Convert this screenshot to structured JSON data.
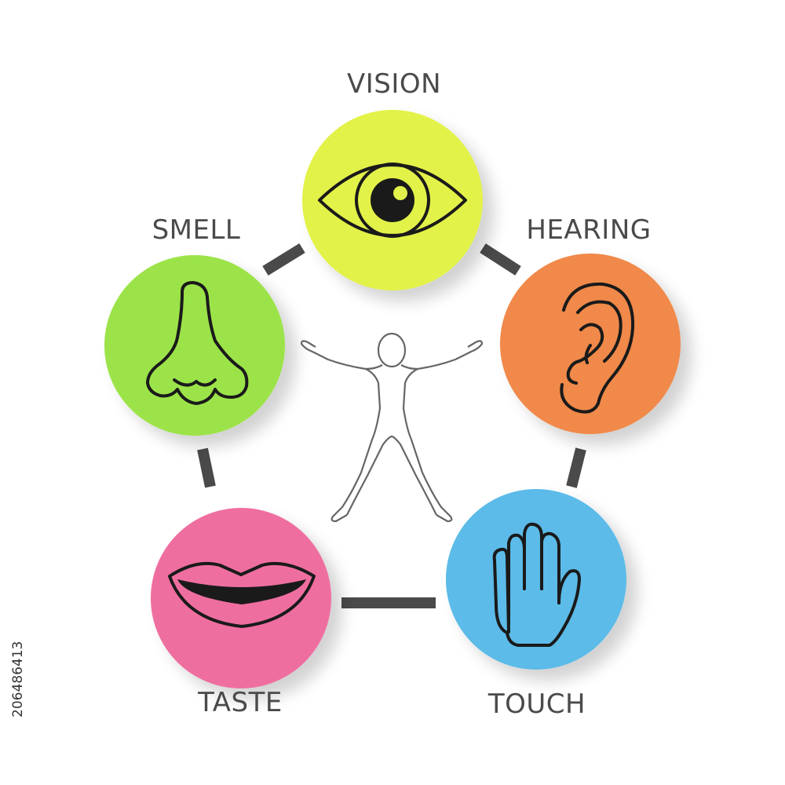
{
  "senses": [
    {
      "key": "vision",
      "label": "VISION",
      "color": "#e2f24a",
      "icon": "eye-icon"
    },
    {
      "key": "hearing",
      "label": "HEARING",
      "color": "#f0894a",
      "icon": "ear-icon"
    },
    {
      "key": "touch",
      "label": "TOUCH",
      "color": "#5bbbe8",
      "icon": "hand-icon"
    },
    {
      "key": "taste",
      "label": "TASTE",
      "color": "#ef6ea0",
      "icon": "lips-icon"
    },
    {
      "key": "smell",
      "label": "SMELL",
      "color": "#9ce34a",
      "icon": "nose-icon"
    }
  ],
  "center_figure": "human-figure-icon",
  "connector_color": "#4a4a4a",
  "stock_id": "206486413"
}
